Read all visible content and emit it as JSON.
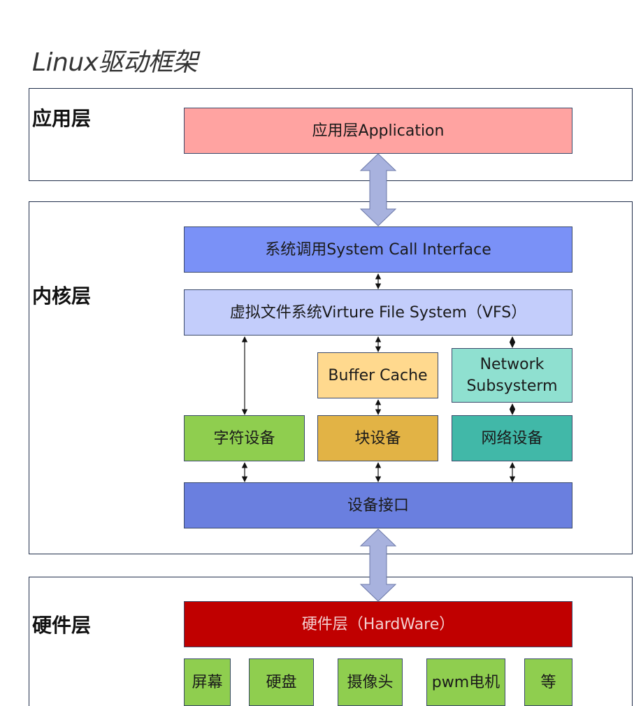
{
  "title": "Linux驱动框架",
  "layers": {
    "app": "应用层",
    "kernel": "内核层",
    "hardware": "硬件层"
  },
  "nodes": {
    "application": "应用层Application",
    "syscall": "系统调用System Call Interface",
    "vfs": "虚拟文件系统Virture File System（VFS）",
    "buffer_cache": "Buffer Cache",
    "network_line1": "Network",
    "network_line2": "Subsysterm",
    "char_device": "字符设备",
    "block_device": "块设备",
    "net_device": "网络设备",
    "device_interface": "设备接口",
    "hardware": "硬件层（HardWare）"
  },
  "hardware_items": [
    "屏幕",
    "硬盘",
    "摄像头",
    "pwm电机",
    "等"
  ],
  "colors": {
    "application": "#ffa3a1",
    "syscall": "#7a91f7",
    "vfs": "#c3cdfb",
    "buffer_cache": "#ffd98e",
    "network": "#8fe0d0",
    "char_device": "#8fce4f",
    "block_device": "#e2b345",
    "net_device": "#41b8a8",
    "device_interface": "#6a7fdf",
    "hardware": "#c00000",
    "hardware_item": "#8fce4f",
    "big_arrow": "#a8b2de"
  }
}
